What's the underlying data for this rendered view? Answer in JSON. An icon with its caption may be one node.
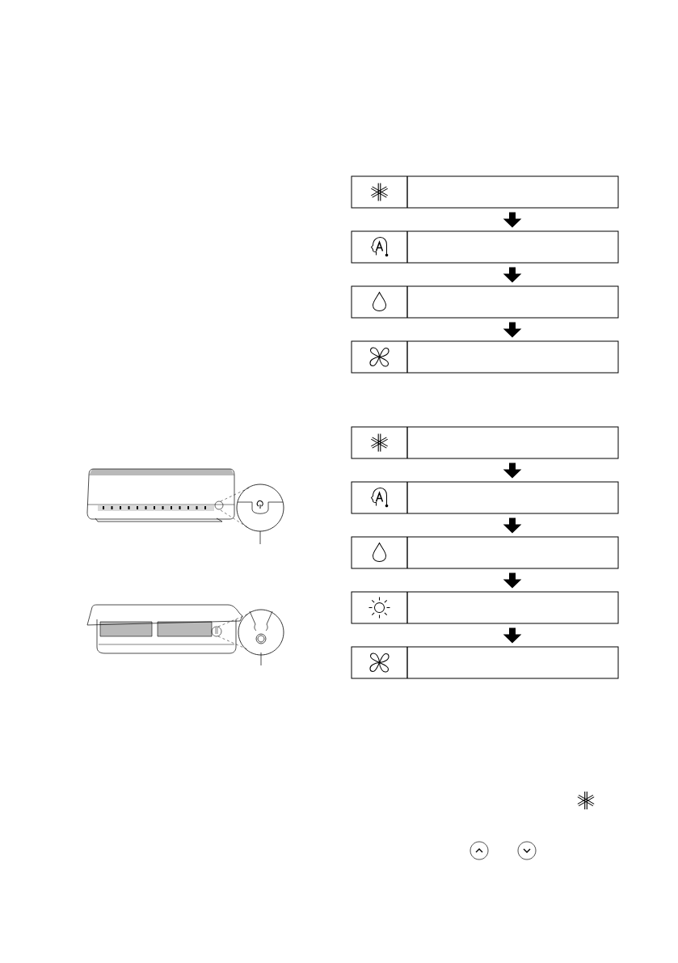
{
  "diagram": {
    "nodes": [
      {
        "text": [],
        "shape": "box"
      },
      {
        "text": [],
        "shape": "box"
      },
      {
        "text": [],
        "shape": "box"
      },
      {
        "text": [],
        "shape": "box"
      },
      {
        "text": [],
        "shape": "box"
      },
      {
        "text": [],
        "shape": "box"
      },
      {
        "text": [],
        "shape": "box"
      },
      {
        "text": [],
        "shape": "box"
      },
      {
        "text": [],
        "shape": "box"
      }
    ],
    "edges": [
      {
        "from": 0,
        "to": 1,
        "arrow": "to"
      },
      {
        "from": 1,
        "to": 2,
        "arrow": "to"
      },
      {
        "from": 2,
        "to": 3,
        "arrow": "to"
      },
      {
        "from": 4,
        "to": 5,
        "arrow": "to"
      },
      {
        "from": 5,
        "to": 6,
        "arrow": "to"
      },
      {
        "from": 6,
        "to": 7,
        "arrow": "to"
      },
      {
        "from": 7,
        "to": 8,
        "arrow": "to"
      }
    ]
  }
}
